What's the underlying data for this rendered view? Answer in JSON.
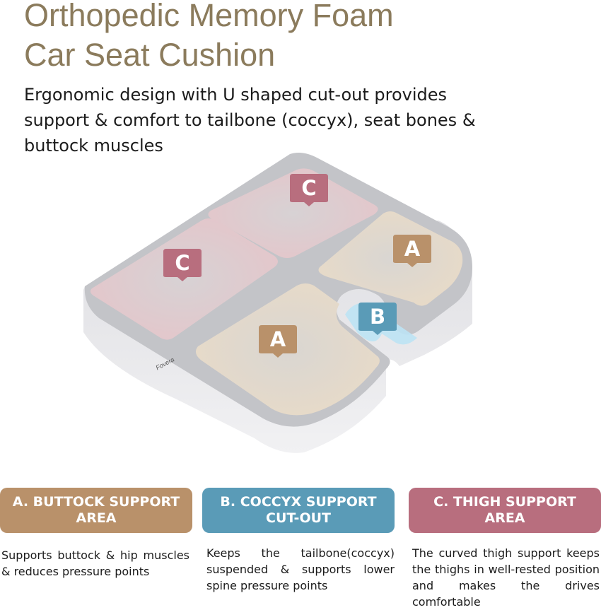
{
  "header": {
    "title_line1": "Orthopedic Memory Foam",
    "title_line2": "Car Seat Cushion",
    "subtitle_line1": "Ergonomic design with U shaped cut-out provides",
    "subtitle_line2": "support & comfort to tailbone (coccyx), seat bones &",
    "subtitle_line3": "buttock muscles"
  },
  "markers": {
    "c_top": "C",
    "c_left": "C",
    "a_right": "A",
    "a_center": "A",
    "b_cutout": "B"
  },
  "logo_text": "Fovera",
  "features": [
    {
      "line1": "A. BUTTOCK SUPPORT",
      "line2": "AREA",
      "description": "Supports buttock & hip muscles & reduces pressure points"
    },
    {
      "line1": "B. COCCYX SUPPORT",
      "line2": "CUT-OUT",
      "description": "Keeps the tailbone(coccyx) suspended & supports lower spine pressure points"
    },
    {
      "line1": "C. THIGH SUPPORT",
      "line2": "AREA",
      "description": "The curved thigh support keeps the thighs in well-rested position and makes the drives comfortable"
    }
  ],
  "colors": {
    "title": "#8b7b5c",
    "zone_a": "#b9916a",
    "zone_b": "#5a9bb7",
    "zone_c": "#b86e7e",
    "foam": "#e3e3e6"
  }
}
